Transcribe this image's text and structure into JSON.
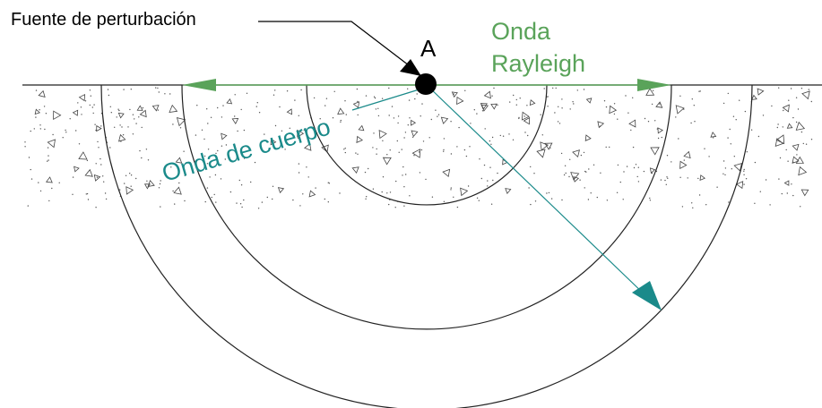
{
  "labels": {
    "source": "Fuente de perturbación",
    "point": "A",
    "rayleigh_line1": "Onda",
    "rayleigh_line2": "Rayleigh",
    "body_wave": "Onda de cuerpo"
  },
  "colors": {
    "rayleigh": "#5aa35a",
    "body_wave": "#1a8a8a",
    "lines": "#222222"
  }
}
